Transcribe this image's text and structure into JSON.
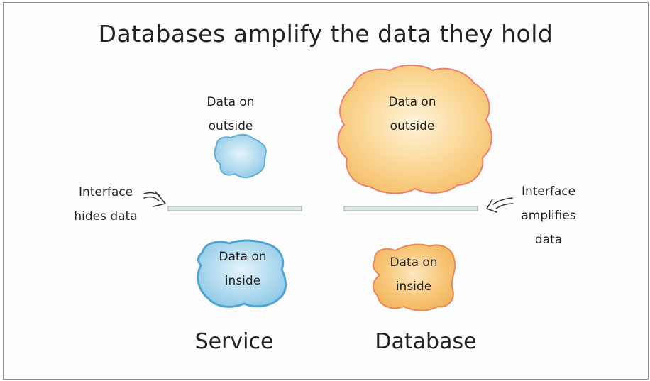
{
  "title": "Databases amplify the data they hold",
  "left_annotation": {
    "line1": "Interface",
    "line2": "hides data"
  },
  "right_annotation": {
    "line1": "Interface",
    "line2": "amplifies",
    "line3": "data"
  },
  "service": {
    "label": "Service",
    "outside_line1": "Data on",
    "outside_line2": "outside",
    "inside_line1": "Data on",
    "inside_line2": "inside",
    "fill_color": "#8fc9e6",
    "stroke_color": "#4fa5cf"
  },
  "database": {
    "label": "Database",
    "outside_line1": "Data on",
    "outside_line2": "outside",
    "inside_line1": "Data on",
    "inside_line2": "inside",
    "fill_color": "#f8c77a",
    "stroke_color": "#e8706a"
  },
  "interface_bar_color": "#e3ebe9"
}
